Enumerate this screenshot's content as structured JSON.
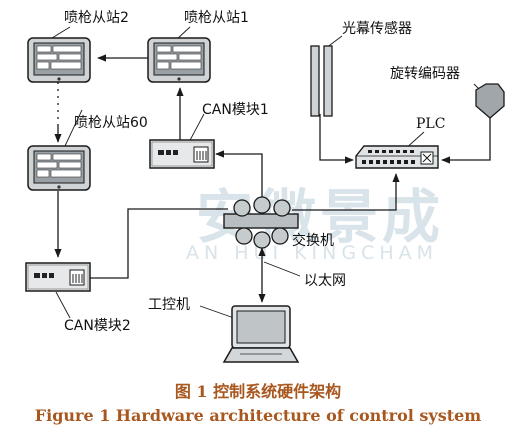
{
  "labels": {
    "slave2": "喷枪从站2",
    "slave1": "喷枪从站1",
    "slave60": "喷枪从站60",
    "can_module1": "CAN模块1",
    "can_module2": "CAN模块2",
    "light_curtain": "光幕传感器",
    "rotary_encoder": "旋转编码器",
    "plc": "PLC",
    "switch": "交换机",
    "ethernet": "以太网",
    "ipc": "工控机"
  },
  "watermark": {
    "cn": "安徽景成",
    "en": "AN HUI KINGCHAM"
  },
  "caption": {
    "cn": "图 1    控制系统硬件架构",
    "en": "Figure 1    Hardware architecture of control system"
  },
  "colors": {
    "caption": "#a8571f",
    "watermark": "#d9e3ea",
    "line": "#1a1a1a"
  }
}
